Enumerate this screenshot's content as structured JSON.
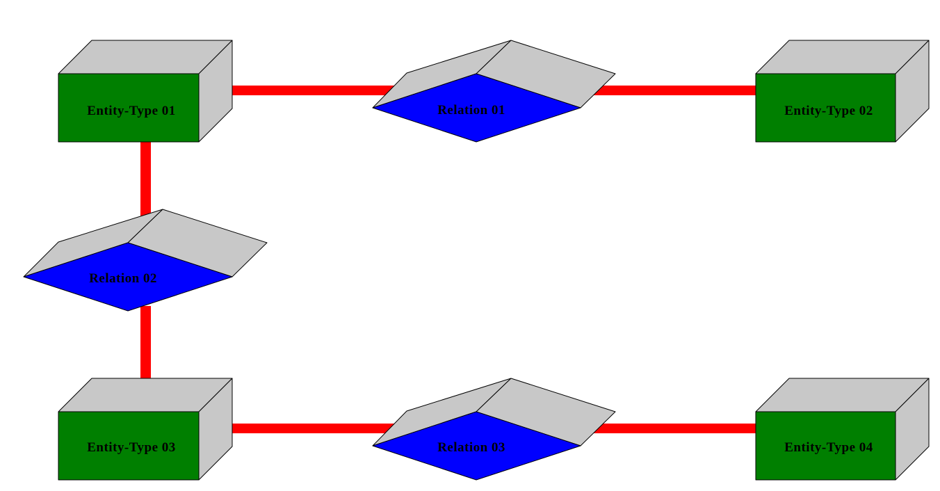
{
  "colors": {
    "entity_front": "#007f00",
    "shape_top": "#c8c8c8",
    "shape_side": "#c8c8c8",
    "relation_front": "#0000ff",
    "connector": "#ff0000",
    "outline": "#000000",
    "background": "#ffffff"
  },
  "entities": [
    {
      "id": "entity-type-01",
      "label": "Entity-Type 01"
    },
    {
      "id": "entity-type-02",
      "label": "Entity-Type 02"
    },
    {
      "id": "entity-type-03",
      "label": "Entity-Type 03"
    },
    {
      "id": "entity-type-04",
      "label": "Entity-Type 04"
    }
  ],
  "relations": [
    {
      "id": "relation-01",
      "label": "Relation 01",
      "connects": [
        "entity-type-01",
        "entity-type-02"
      ]
    },
    {
      "id": "relation-02",
      "label": "Relation 02",
      "connects": [
        "entity-type-01",
        "entity-type-03"
      ]
    },
    {
      "id": "relation-03",
      "label": "Relation 03",
      "connects": [
        "entity-type-03",
        "entity-type-04"
      ]
    }
  ]
}
